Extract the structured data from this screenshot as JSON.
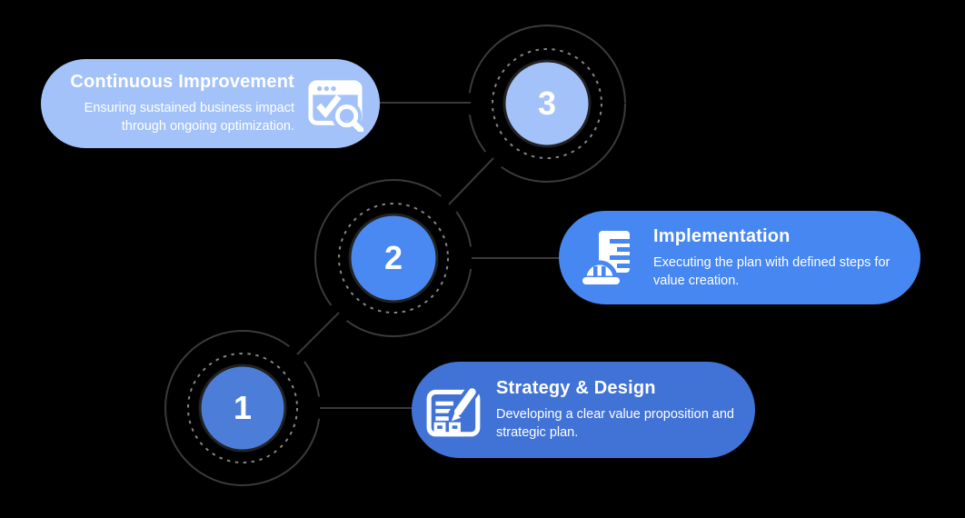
{
  "steps": [
    {
      "number": "1",
      "title": "Strategy & Design",
      "description": "Developing a clear value proposition and strategic plan.",
      "icon": "document-pen-icon",
      "accent_color": "#4173d6"
    },
    {
      "number": "2",
      "title": "Implementation",
      "description": "Executing the plan with defined steps for value creation.",
      "icon": "construction-plan-hardhat-icon",
      "accent_color": "#4687f1"
    },
    {
      "number": "3",
      "title": "Continuous Improvement",
      "description": "Ensuring sustained business impact through ongoing optimization.",
      "icon": "browser-check-search-icon",
      "accent_color": "#a3c2f9"
    }
  ],
  "colors": {
    "background": "#000000",
    "light_blue": "#a3c2f9",
    "medium_blue": "#4687f1",
    "dark_blue": "#4173d6",
    "node1_fill": "#4c7ed9",
    "node2_fill": "#4a89f2",
    "node3_fill": "#a3c2f9",
    "connector_line": "#3a3a3a",
    "dashed_ring": "#858585",
    "text": "#ffffff"
  }
}
